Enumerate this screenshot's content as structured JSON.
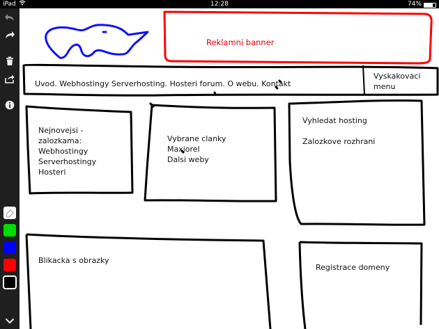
{
  "status_bar": {
    "device": "iPad",
    "time": "12:28",
    "battery": "74%",
    "battery_level": 0.74
  },
  "toolbar": {
    "tools": [
      {
        "icon": "undo-icon"
      },
      {
        "icon": "redo-icon"
      },
      {
        "icon": "trash-icon"
      },
      {
        "icon": "share-icon"
      },
      {
        "icon": "info-icon"
      }
    ],
    "palette": [
      {
        "icon": "eraser-icon",
        "color": "#ffffff"
      },
      {
        "icon": "color-green",
        "color": "#00dd00"
      },
      {
        "icon": "color-blue",
        "color": "#0000ff"
      },
      {
        "icon": "color-red",
        "color": "#ff0000"
      },
      {
        "icon": "color-black",
        "color": "#000000"
      }
    ]
  },
  "sketch": {
    "banner": "Reklamni banner",
    "nav_items": "Uvod. Webhostingy   Serverhosting. Hosteri   forum. O webu. Kontakt",
    "popup_menu": "Vyskakovaci\nmenu",
    "box_bookmarks": "Nejnovejsi -\nzalozkama:\nWebhostingy\nServerhostingy\nHosteri",
    "box_articles": "Vybrane clanky\nMaxiorel\nDalsi weby",
    "box_search": "Vyhledat hosting\n\nZalozkove rozhrani",
    "box_slider": "Blikacka s obrazky",
    "box_domain": "Registrace domeny"
  },
  "colors": {
    "ink": "#000000",
    "logo": "#1010ff",
    "banner": "#ff0000"
  }
}
